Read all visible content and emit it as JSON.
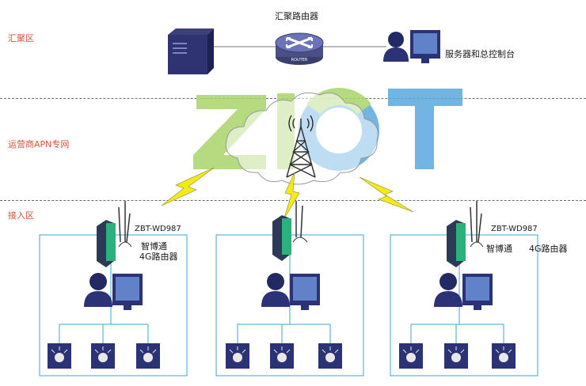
{
  "zones": {
    "aggregation": "汇聚区",
    "carrier": "运营商APN专网",
    "access": "接入区"
  },
  "core": {
    "router_title": "汇聚路由器",
    "router_badge": "ROUTER",
    "server_label": "服务器和总控制台"
  },
  "branches": [
    {
      "model": "ZBT-WD987",
      "name_line1": "智博通",
      "name_line2": "4G路由器"
    },
    {
      "model": "",
      "name_line1": "",
      "name_line2": ""
    },
    {
      "model": "ZBT-WD987",
      "name_line1": "智博通",
      "name_line2": "4G路由器"
    }
  ],
  "watermark": "ZIOT",
  "colors": {
    "zone_label": "#d9533a",
    "link_line": "#3aa9c9",
    "lightning": "#f3ea1a",
    "watermark_green": "#a9d46b",
    "watermark_blue": "#5aa7de"
  }
}
